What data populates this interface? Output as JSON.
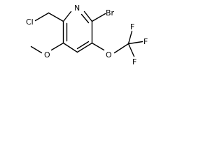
{
  "molecule": {
    "atoms": {
      "n": "N",
      "br": "Br",
      "cl": "Cl",
      "o_methoxy": "O",
      "o_trifluoromethoxy": "O",
      "f_top": "F",
      "f_right": "F",
      "f_bottom": "F"
    }
  },
  "colors": {
    "bond": "#000000",
    "label": "#000000",
    "background": "#ffffff"
  }
}
